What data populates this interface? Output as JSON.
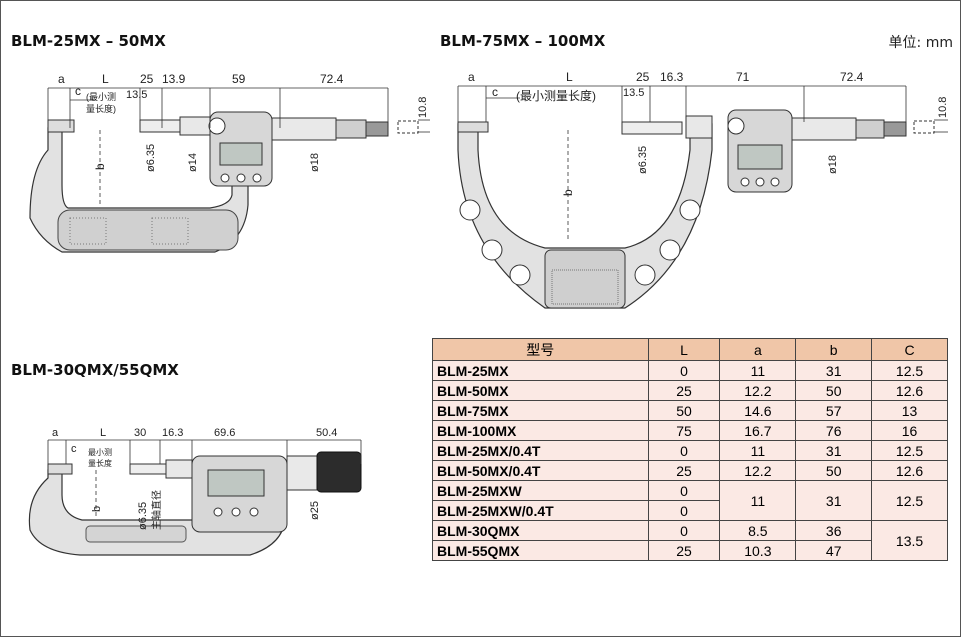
{
  "unit_label": "单位: mm",
  "drawings": [
    {
      "title": "BLM-25MX – 50MX",
      "dims": {
        "a": "a",
        "c": "c",
        "L": "L",
        "d25": "25",
        "d139": "13.9",
        "d59": "59",
        "d724": "72.4",
        "d135": "13.5",
        "d108": "10.8",
        "min_meas": "(最小测",
        "min_meas2": "量长度)",
        "b": "b",
        "phi635": "ø6.35",
        "phi14": "ø14",
        "phi18": "ø18"
      }
    },
    {
      "title": "BLM-75MX – 100MX",
      "dims": {
        "a": "a",
        "c": "c",
        "L": "L",
        "d25": "25",
        "d163": "16.3",
        "d71": "71",
        "d724": "72.4",
        "d135": "13.5",
        "d108": "10.8",
        "min_meas": "(最小测量长度)",
        "b": "b",
        "phi635": "ø6.35",
        "phi18": "ø18"
      }
    },
    {
      "title": "BLM-30QMX/55QMX",
      "dims": {
        "a": "a",
        "c": "c",
        "L": "L",
        "d30": "30",
        "d163": "16.3",
        "d696": "69.6",
        "d504": "50.4",
        "min_meas": "最小测",
        "min_meas2": "量长度",
        "b": "b",
        "phi635": "ø6.35",
        "spindle": "主轴直径",
        "phi25": "ø25"
      }
    }
  ],
  "table": {
    "headers": [
      "型号",
      "L",
      "a",
      "b",
      "C"
    ],
    "rows": [
      {
        "model": "BLM-25MX",
        "L": "0",
        "a": "11",
        "b": "31",
        "C": "12.5"
      },
      {
        "model": "BLM-50MX",
        "L": "25",
        "a": "12.2",
        "b": "50",
        "C": "12.6"
      },
      {
        "model": "BLM-75MX",
        "L": "50",
        "a": "14.6",
        "b": "57",
        "C": "13"
      },
      {
        "model": "BLM-100MX",
        "L": "75",
        "a": "16.7",
        "b": "76",
        "C": "16"
      },
      {
        "model": "BLM-25MX/0.4T",
        "L": "0",
        "a": "11",
        "b": "31",
        "C": "12.5"
      },
      {
        "model": "BLM-50MX/0.4T",
        "L": "25",
        "a": "12.2",
        "b": "50",
        "C": "12.6"
      }
    ],
    "merged_group_1": {
      "models": [
        "BLM-25MXW",
        "BLM-25MXW/0.4T"
      ],
      "L": [
        "0",
        "0"
      ],
      "a": "11",
      "b": "31",
      "C": "12.5"
    },
    "merged_group_2": {
      "models": [
        "BLM-30QMX",
        "BLM-55QMX"
      ],
      "L": [
        "0",
        "25"
      ],
      "a": [
        "8.5",
        "10.3"
      ],
      "b": [
        "36",
        "47"
      ],
      "C": "13.5"
    }
  }
}
